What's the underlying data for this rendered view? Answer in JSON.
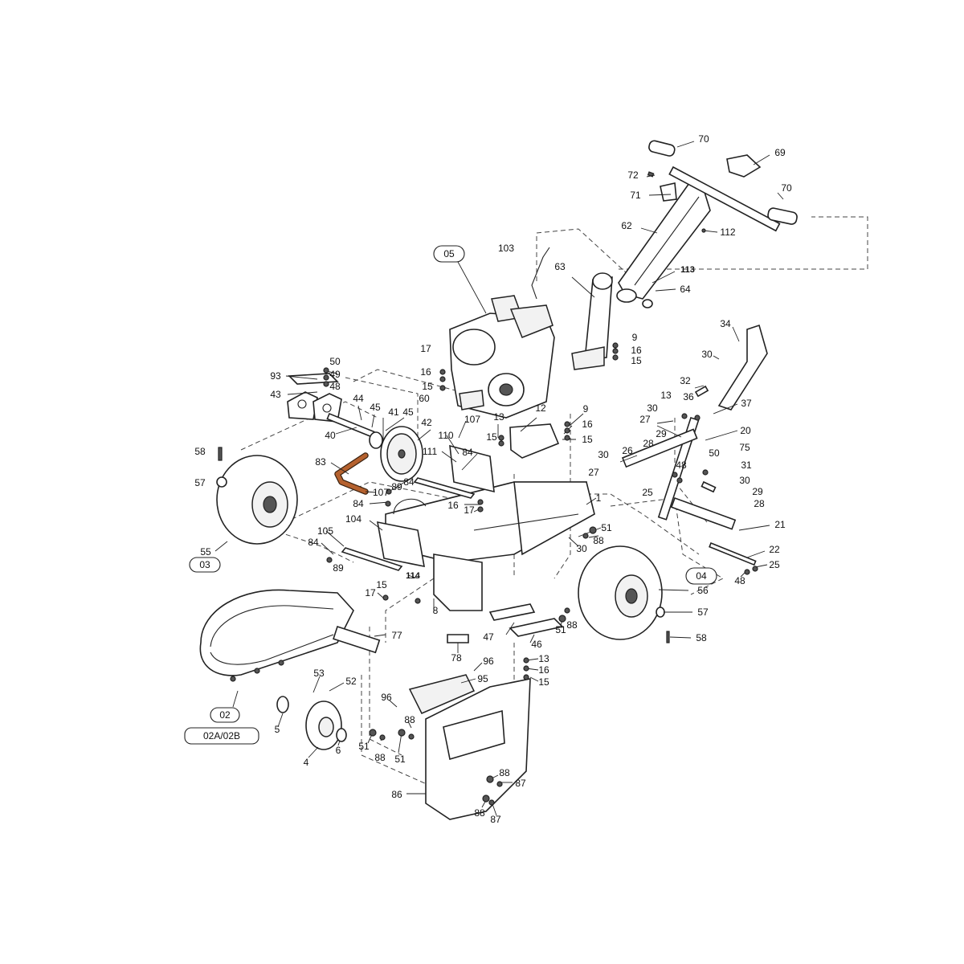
{
  "diagram": {
    "part_numbers": [
      "1",
      "4",
      "5",
      "6",
      "8",
      "9",
      "12",
      "13",
      "15",
      "16",
      "17",
      "20",
      "21",
      "22",
      "25",
      "26",
      "27",
      "28",
      "29",
      "30",
      "31",
      "32",
      "34",
      "36",
      "37",
      "40",
      "41",
      "42",
      "43",
      "44",
      "45",
      "46",
      "47",
      "48",
      "49",
      "50",
      "51",
      "52",
      "53",
      "55",
      "56",
      "57",
      "58",
      "60",
      "62",
      "63",
      "64",
      "69",
      "70",
      "71",
      "72",
      "75",
      "77",
      "78",
      "83",
      "84",
      "86",
      "87",
      "88",
      "89",
      "93",
      "95",
      "96",
      "103",
      "104",
      "105",
      "107",
      "110",
      "111",
      "112",
      "113",
      "114"
    ],
    "assembly_refs": [
      "05",
      "03",
      "04",
      "02",
      "02A/02B"
    ],
    "labels": [
      {
        "id": "l70a",
        "text": "70"
      },
      {
        "id": "l69",
        "text": "69"
      },
      {
        "id": "l72",
        "text": "72"
      },
      {
        "id": "l70b",
        "text": "70"
      },
      {
        "id": "l71",
        "text": "71"
      },
      {
        "id": "l62",
        "text": "62"
      },
      {
        "id": "l112",
        "text": "112"
      },
      {
        "id": "l103",
        "text": "103"
      },
      {
        "id": "l63",
        "text": "63"
      },
      {
        "id": "l113",
        "text": "113"
      },
      {
        "id": "l64",
        "text": "64"
      },
      {
        "id": "l34",
        "text": "34"
      },
      {
        "id": "l9a",
        "text": "9"
      },
      {
        "id": "l16a",
        "text": "16"
      },
      {
        "id": "l15a",
        "text": "15"
      },
      {
        "id": "l30a",
        "text": "30"
      },
      {
        "id": "l17a",
        "text": "17"
      },
      {
        "id": "l16b",
        "text": "16"
      },
      {
        "id": "l15b",
        "text": "15"
      },
      {
        "id": "l60",
        "text": "60"
      },
      {
        "id": "l32",
        "text": "32"
      },
      {
        "id": "l13a",
        "text": "13"
      },
      {
        "id": "l36",
        "text": "36"
      },
      {
        "id": "l37",
        "text": "37"
      },
      {
        "id": "l50a",
        "text": "50"
      },
      {
        "id": "l49",
        "text": "49"
      },
      {
        "id": "l48a",
        "text": "48"
      },
      {
        "id": "l93",
        "text": "93"
      },
      {
        "id": "l43",
        "text": "43"
      },
      {
        "id": "l44",
        "text": "44"
      },
      {
        "id": "l45a",
        "text": "45"
      },
      {
        "id": "l45b",
        "text": "45"
      },
      {
        "id": "l41",
        "text": "41"
      },
      {
        "id": "l42",
        "text": "42"
      },
      {
        "id": "l40",
        "text": "40"
      },
      {
        "id": "l107a",
        "text": "107"
      },
      {
        "id": "l12",
        "text": "12"
      },
      {
        "id": "l9b",
        "text": "9"
      },
      {
        "id": "l16c",
        "text": "16"
      },
      {
        "id": "l15c",
        "text": "15"
      },
      {
        "id": "l13b",
        "text": "13"
      },
      {
        "id": "l15d",
        "text": "15"
      },
      {
        "id": "l110",
        "text": "110"
      },
      {
        "id": "l111",
        "text": "111"
      },
      {
        "id": "l84a",
        "text": "84"
      },
      {
        "id": "l30b",
        "text": "30"
      },
      {
        "id": "l27a",
        "text": "27"
      },
      {
        "id": "l29a",
        "text": "29"
      },
      {
        "id": "l20",
        "text": "20"
      },
      {
        "id": "l28a",
        "text": "28"
      },
      {
        "id": "l26",
        "text": "26"
      },
      {
        "id": "l75",
        "text": "75"
      },
      {
        "id": "l50b",
        "text": "50"
      },
      {
        "id": "l48b",
        "text": "48"
      },
      {
        "id": "l31",
        "text": "31"
      },
      {
        "id": "l58a",
        "text": "58"
      },
      {
        "id": "l57a",
        "text": "57"
      },
      {
        "id": "l83",
        "text": "83"
      },
      {
        "id": "l107b",
        "text": "107"
      },
      {
        "id": "l89a",
        "text": "89"
      },
      {
        "id": "l84b",
        "text": "84"
      },
      {
        "id": "l84c",
        "text": "84"
      },
      {
        "id": "l16d",
        "text": "16"
      },
      {
        "id": "l17b",
        "text": "17"
      },
      {
        "id": "l27b",
        "text": "27"
      },
      {
        "id": "l30c",
        "text": "30"
      },
      {
        "id": "l25a",
        "text": "25"
      },
      {
        "id": "l30d",
        "text": "30"
      },
      {
        "id": "l29b",
        "text": "29"
      },
      {
        "id": "l28b",
        "text": "28"
      },
      {
        "id": "l1",
        "text": "1"
      },
      {
        "id": "l104",
        "text": "104"
      },
      {
        "id": "l105",
        "text": "105"
      },
      {
        "id": "l84d",
        "text": "84"
      },
      {
        "id": "l89b",
        "text": "89"
      },
      {
        "id": "l55",
        "text": "55"
      },
      {
        "id": "l51a",
        "text": "51"
      },
      {
        "id": "l88a",
        "text": "88"
      },
      {
        "id": "l30e",
        "text": "30"
      },
      {
        "id": "l21",
        "text": "21"
      },
      {
        "id": "l22",
        "text": "22"
      },
      {
        "id": "l25b",
        "text": "25"
      },
      {
        "id": "l48c",
        "text": "48"
      },
      {
        "id": "l114",
        "text": "114"
      },
      {
        "id": "l15e",
        "text": "15"
      },
      {
        "id": "l17c",
        "text": "17"
      },
      {
        "id": "l8",
        "text": "8"
      },
      {
        "id": "l77",
        "text": "77"
      },
      {
        "id": "l56",
        "text": "56"
      },
      {
        "id": "l57b",
        "text": "57"
      },
      {
        "id": "l51b",
        "text": "51"
      },
      {
        "id": "l88b",
        "text": "88"
      },
      {
        "id": "l47",
        "text": "47"
      },
      {
        "id": "l46",
        "text": "46"
      },
      {
        "id": "l58b",
        "text": "58"
      },
      {
        "id": "l78",
        "text": "78"
      },
      {
        "id": "l96a",
        "text": "96"
      },
      {
        "id": "l13c",
        "text": "13"
      },
      {
        "id": "l16e",
        "text": "16"
      },
      {
        "id": "l15f",
        "text": "15"
      },
      {
        "id": "l95",
        "text": "95"
      },
      {
        "id": "l53",
        "text": "53"
      },
      {
        "id": "l52",
        "text": "52"
      },
      {
        "id": "l96b",
        "text": "96"
      },
      {
        "id": "l88c",
        "text": "88"
      },
      {
        "id": "l5",
        "text": "5"
      },
      {
        "id": "l51c",
        "text": "51"
      },
      {
        "id": "l88d",
        "text": "88"
      },
      {
        "id": "l51d",
        "text": "51"
      },
      {
        "id": "l4",
        "text": "4"
      },
      {
        "id": "l6",
        "text": "6"
      },
      {
        "id": "l88e",
        "text": "88"
      },
      {
        "id": "l87a",
        "text": "87"
      },
      {
        "id": "l86",
        "text": "86"
      },
      {
        "id": "l88f",
        "text": "88"
      },
      {
        "id": "l87b",
        "text": "87"
      }
    ],
    "refs": [
      {
        "id": "r05",
        "text": "05"
      },
      {
        "id": "r03",
        "text": "03"
      },
      {
        "id": "r04",
        "text": "04"
      },
      {
        "id": "r02",
        "text": "02"
      },
      {
        "id": "r02ab",
        "text": "02A/02B"
      }
    ],
    "colors": {
      "line": "#222222",
      "background": "#ffffff",
      "belt": "#b5612e"
    }
  }
}
